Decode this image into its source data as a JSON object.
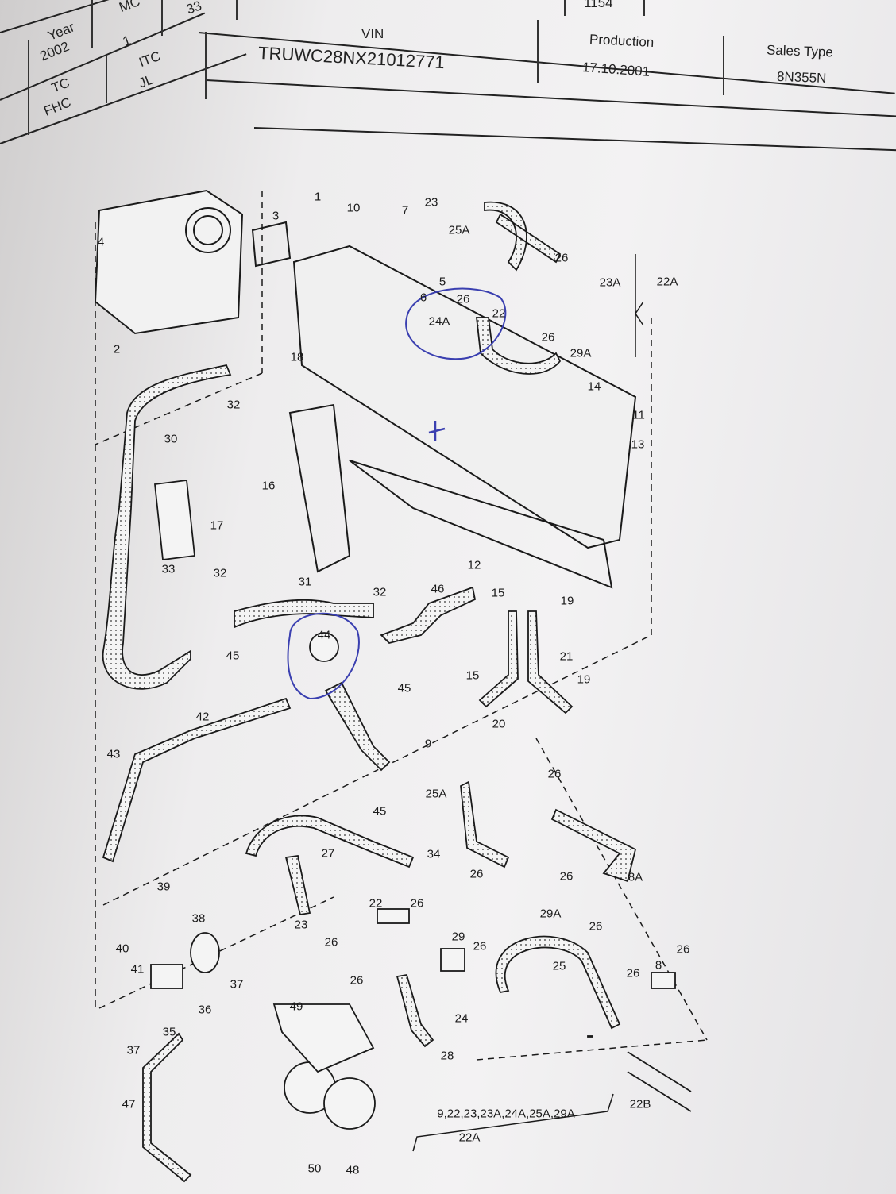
{
  "header": {
    "top_row": {
      "mc_label": "MC",
      "mc_value": "33",
      "other_value": "1154"
    },
    "year_label": "Year",
    "year": "2002",
    "mc_number": "1",
    "itc_label": "ITC",
    "itc": "JL",
    "tc_label": "TC",
    "tc": "FHC",
    "vin_label": "VIN",
    "vin": "TRUWC28NX21012771",
    "production_label": "Production",
    "production": "17.10.2001",
    "sales_type_label": "Sales Type",
    "sales_type": "8N355N"
  },
  "diagram": {
    "callouts": [
      "4",
      "2",
      "3",
      "1",
      "10",
      "7",
      "23",
      "25A",
      "26",
      "23A",
      "22A",
      "5",
      "6",
      "26",
      "24A",
      "22",
      "26",
      "29A",
      "14",
      "11",
      "13",
      "18",
      "32",
      "30",
      "16",
      "17",
      "33",
      "12",
      "15",
      "19",
      "21",
      "32",
      "31",
      "32",
      "46",
      "44",
      "45",
      "45",
      "15",
      "19",
      "20",
      "42",
      "43",
      "9",
      "26",
      "25A",
      "45",
      "27",
      "34",
      "26",
      "26",
      "8A",
      "29A",
      "26",
      "39",
      "38",
      "22",
      "26",
      "23",
      "26",
      "29",
      "26",
      "25",
      "26",
      "40",
      "41",
      "37",
      "36",
      "35",
      "37",
      "49",
      "26",
      "26",
      "8",
      "24",
      "28",
      "47",
      "22B",
      "9,22,23,23A,24A,25A,29A",
      "22A",
      "50",
      "48"
    ],
    "annotation_color": "#3a3fb0",
    "line_color": "#1a1a1a"
  }
}
